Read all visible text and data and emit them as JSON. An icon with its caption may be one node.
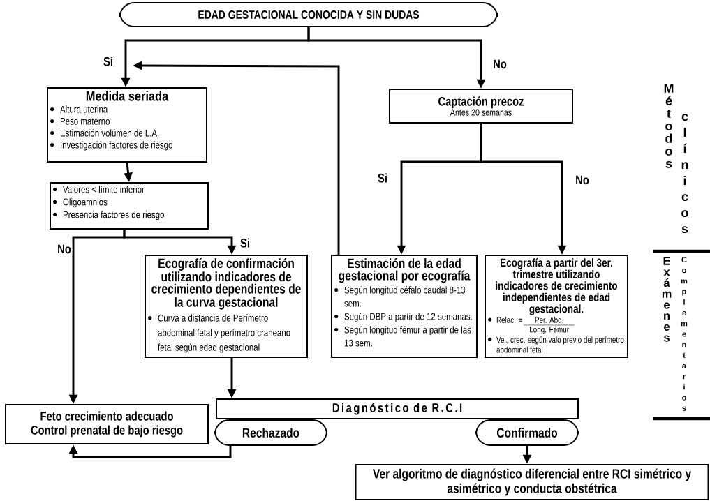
{
  "diagram": {
    "nodes": [
      {
        "text": [
          "EDAD GESTACIONAL CONOCIDA Y SIN DUDAS"
        ]
      },
      {
        "text": [
          "Medida seriada",
          "Altura uterina",
          "Peso materno",
          "Estimación volúmen de L.A.",
          "Investigación factores de riesgo"
        ]
      },
      {
        "text": [
          "Valores < límite inferior",
          "Oligoamnios",
          "Presencia factores de riesgo"
        ]
      },
      {
        "text": [
          "Captación precoz",
          "Antes 20 semanas"
        ]
      },
      {
        "text": [
          "Ecografía de confirmación utilizando indicadores de crecimiento dependientes de la curva gestacional",
          "Curva a distancia de Perímetro abdominal fetal y perímetro craneano fetal según edad gestacional"
        ]
      },
      {
        "text": [
          "Estimación de la edad gestacional por ecografía",
          "Según longitud céfalo caudal 8-13 sem.",
          "Según DBP a partir de 12 semanas.",
          "Según longitud fémur a partir de las 13 sem."
        ]
      },
      {
        "text": [
          "Ecografía a partir del 3er. trimestre utilizando indicadores de crecimiento independientes de edad gestacional.",
          "Relac. =",
          "Per. Abd.",
          "Long. Fémur",
          "Vel. crec. según valo previo del perímetro abdominal fetal"
        ]
      },
      {
        "text": [
          "Feto crecimiento adecuado",
          "Control prenatal de bajo riesgo"
        ]
      },
      {
        "text": [
          "Diagnóstico de R.C.I"
        ]
      },
      {
        "text": [
          "Rechazado"
        ]
      },
      {
        "text": [
          "Confirmado"
        ]
      },
      {
        "text": [
          "Ver algoritmo de diagnóstico diferencial entre RCI simétrico y asimétrico y conducta obstétrica"
        ]
      }
    ],
    "edges": [
      {
        "from": 0,
        "to": 1,
        "arrow": "to",
        "label": "Si"
      },
      {
        "from": 0,
        "to": 3,
        "arrow": "to",
        "label": "No"
      },
      {
        "from": 5,
        "to": 1,
        "arrow": "to"
      },
      {
        "from": 1,
        "to": 2,
        "arrow": "to"
      },
      {
        "from": 2,
        "to": 7,
        "arrow": "to",
        "label": "No"
      },
      {
        "from": 2,
        "to": 4,
        "arrow": "to",
        "label": "Si"
      },
      {
        "from": 3,
        "to": 5,
        "arrow": "to",
        "label": "Si"
      },
      {
        "from": 3,
        "to": 6,
        "arrow": "to",
        "label": "No"
      },
      {
        "from": 4,
        "to": 8,
        "arrow": "to"
      },
      {
        "from": 9,
        "to": 7,
        "arrow": "to"
      },
      {
        "from": 10,
        "to": 11,
        "arrow": "to"
      }
    ],
    "labels": [
      "Métodos",
      "clínicos",
      "Exámenes",
      "Complementarios"
    ]
  }
}
